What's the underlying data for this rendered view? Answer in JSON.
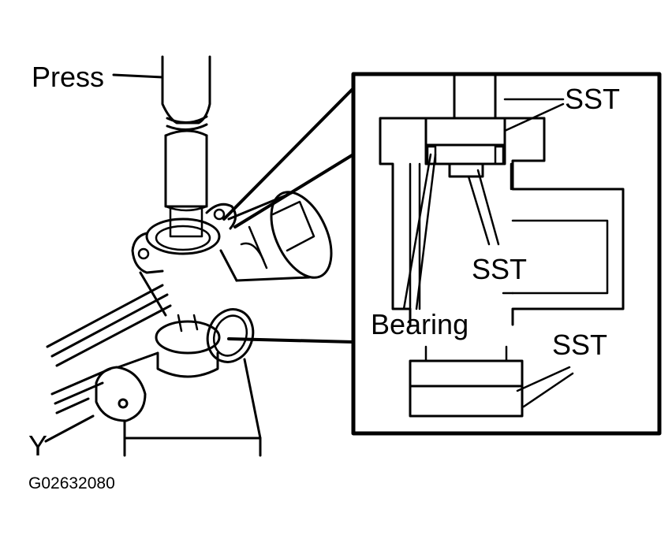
{
  "labels": {
    "press": "Press",
    "sst_top": "SST",
    "sst_middle": "SST",
    "sst_bottom": "SST",
    "bearing": "Bearing",
    "y_marker": "Y",
    "figure_code": "G02632080"
  },
  "colors": {
    "ink": "#000000",
    "paper": "#ffffff"
  }
}
